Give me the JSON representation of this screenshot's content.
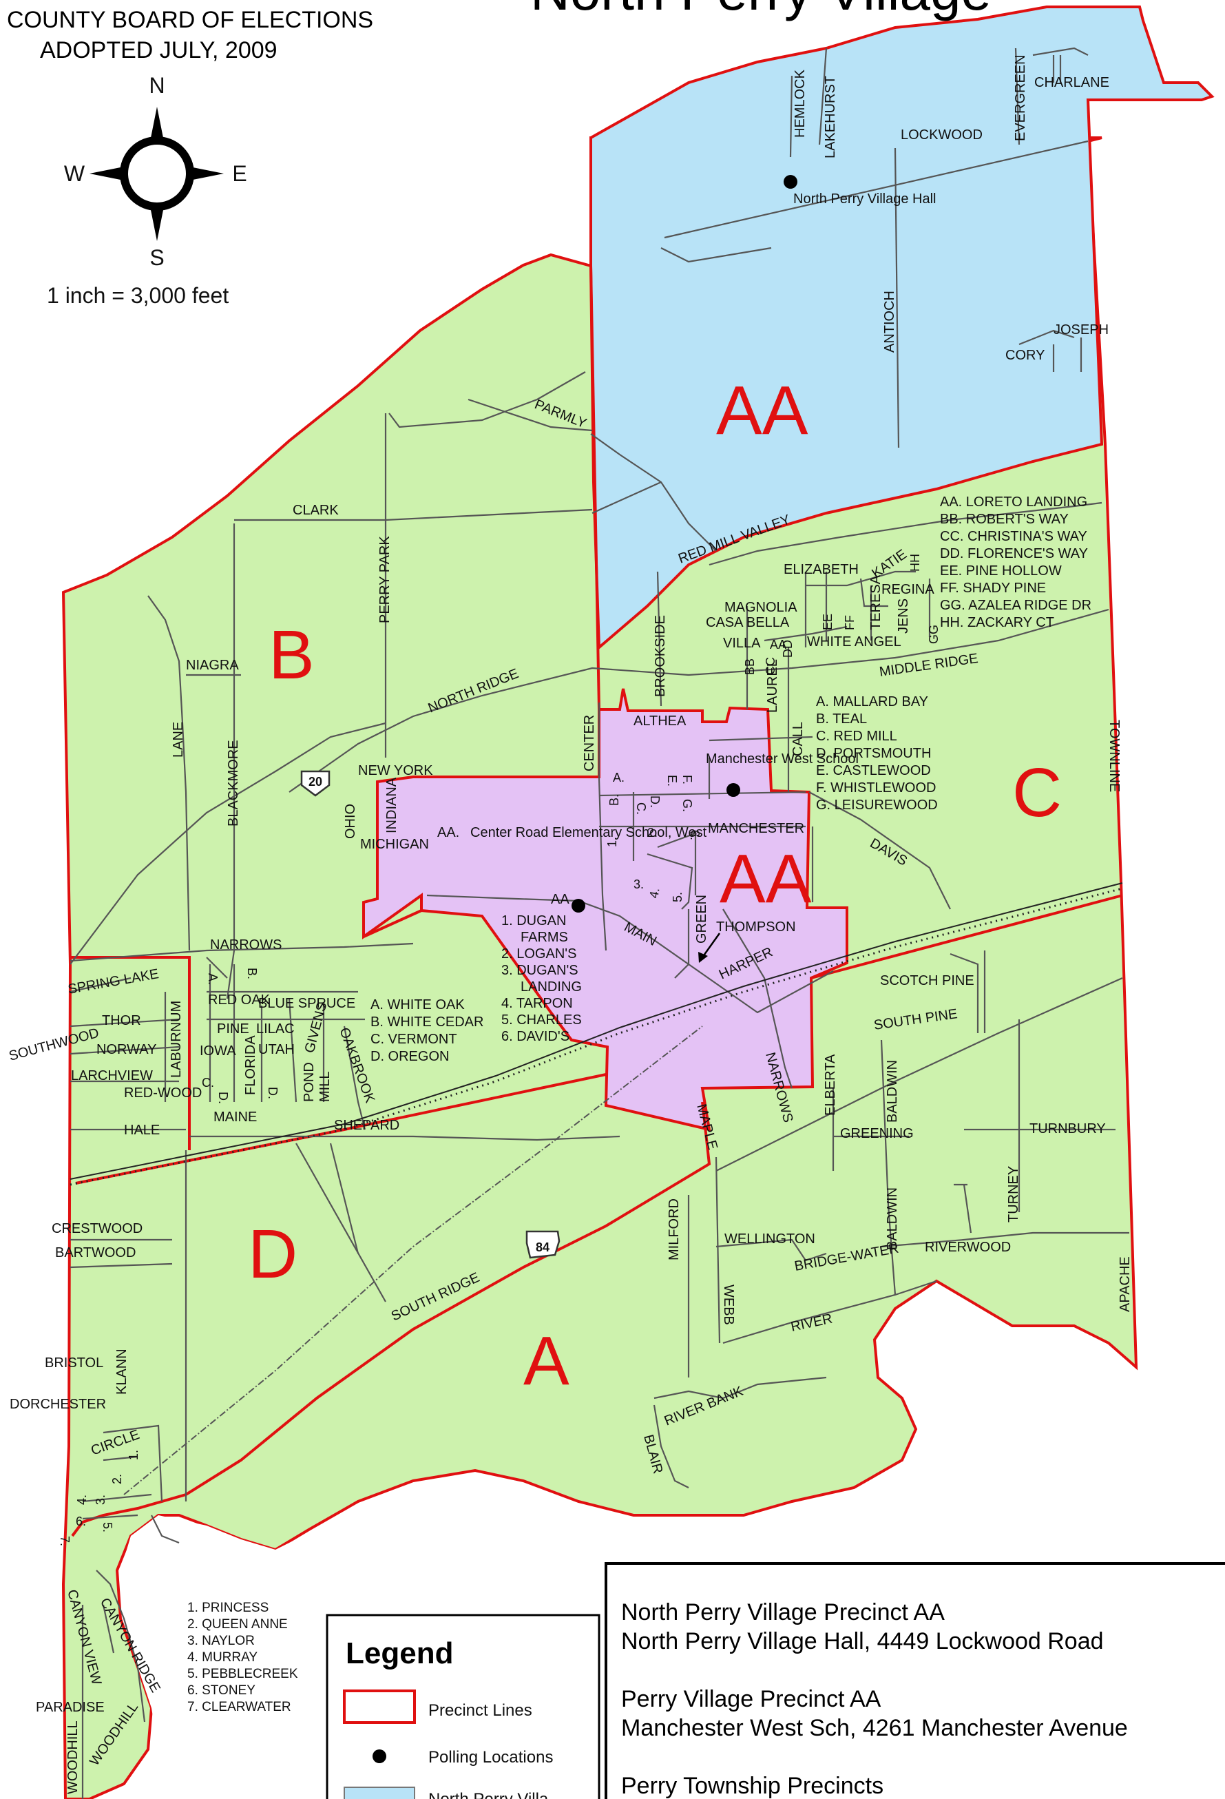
{
  "header": {
    "line1": "COUNTY BOARD OF ELECTIONS",
    "line2": "ADOPTED JULY, 2009",
    "title": "North Perry Village"
  },
  "compass": {
    "n": "N",
    "s": "S",
    "e": "E",
    "w": "W"
  },
  "scale": "1 inch = 3,000 feet",
  "precincts": {
    "aa_north": "AA",
    "aa_south": "AA",
    "a": "A",
    "b": "B",
    "c": "C",
    "d": "D"
  },
  "routes": {
    "us20": "20",
    "sr84": "84"
  },
  "colors": {
    "village": "#b8e3f7",
    "township": "#cdf2ad",
    "perry_village": "#e4c2f5",
    "precinct_line": "#e01010"
  },
  "polling": {
    "north_hall": "North Perry Village Hall",
    "manchester": "Manchester West School",
    "center_road_aa": "AA.",
    "center_road": "Center Road Elementary School, West",
    "aa_mark": "AA"
  },
  "streets": {
    "hemlock": "HEMLOCK",
    "lakehurst": "LAKEHURST",
    "evergreen": "EVERGREEN",
    "charlane": "CHARLANE",
    "lockwood": "LOCKWOOD",
    "antioch": "ANTIOCH",
    "joseph": "JOSEPH",
    "cory": "CORY",
    "parmly": "PARMLY",
    "clark": "CLARK",
    "perry_park": "PERRY PARK",
    "red_mill_valley": "RED MILL VALLEY",
    "elizabeth": "ELIZABETH",
    "katie": "KATIE",
    "magnolia": "MAGNOLIA",
    "casa_bella": "CASA BELLA",
    "villa": "VILLA",
    "white_angel": "WHITE ANGEL",
    "regina": "REGINA",
    "jens": "JENS",
    "teresa": "TERESA",
    "middle_ridge": "MIDDLE RIDGE",
    "brookside": "BROOKSIDE",
    "laurel": "LAUREL",
    "call": "CALL",
    "niagra": "NIAGRA",
    "north_ridge": "NORTH RIDGE",
    "lane": "LANE",
    "blackmore": "BLACKMORE",
    "center": "CENTER",
    "althea": "ALTHEA",
    "new_york": "NEW YORK",
    "ohio": "OHIO",
    "indiana": "INDIANA",
    "michigan": "MICHIGAN",
    "manchester": "MANCHESTER",
    "davis": "DAVIS",
    "townline": "TOWNLINE",
    "main": "MAIN",
    "green": "GREEN",
    "thompson": "THOMPSON",
    "harper": "HARPER",
    "narrows": "NARROWS",
    "spring_lake": "SPRING LAKE",
    "southwood": "SOUTHWOOD",
    "thor": "THOR",
    "norway": "NORWAY",
    "larchview": "LARCHVIEW",
    "laburnum": "LABURNUM",
    "red_wood": "RED-WOOD",
    "hale": "HALE",
    "red_oak": "RED OAK",
    "blue_spruce": "BLUE SPRUCE",
    "pine": "PINE",
    "lilac": "LILAC",
    "iowa": "IOWA",
    "utah": "UTAH",
    "florida": "FLORIDA",
    "givens": "GIVENS",
    "pond": "POND",
    "mill": "MILL",
    "oakbrook": "OAKBROOK",
    "maine": "MAINE",
    "shepard": "SHEPARD",
    "maple": "MAPLE",
    "scotch_pine": "SCOTCH PINE",
    "south_pine": "SOUTH PINE",
    "elberta": "ELBERTA",
    "baldwin": "BALDWIN",
    "greening": "GREENING",
    "turnbury": "TURNBURY",
    "crestwood": "CRESTWOOD",
    "bartwood": "BARTWOOD",
    "milford": "MILFORD",
    "wellington": "WELLINGTON",
    "bridgewater": "BRIDGE-WATER",
    "turney": "TURNEY",
    "riverwood": "RIVERWOOD",
    "webb": "WEBB",
    "apache": "APACHE",
    "south_ridge": "SOUTH RIDGE",
    "river": "RIVER",
    "bristol": "BRISTOL",
    "klann": "KLANN",
    "dorchester": "DORCHESTER",
    "river_bank": "RIVER BANK",
    "blair": "BLAIR",
    "circle": "CIRCLE",
    "canyon_view": "CANYON VIEW",
    "canyon_ridge": "CANYON RIDGE",
    "paradise": "PARADISE",
    "woodhill": "WOODHILL"
  },
  "lists": {
    "northeast": [
      "AA. LORETO LANDING",
      "BB. ROBERT'S WAY",
      "CC. CHRISTINA'S WAY",
      "DD. FLORENCE'S WAY",
      "EE. PINE HOLLOW",
      "FF. SHADY PINE",
      "GG. AZALEA RIDGE DR",
      "HH. ZACKARY CT"
    ],
    "east": [
      "A. MALLARD BAY",
      "B. TEAL",
      "C. RED MILL",
      "D. PORTSMOUTH",
      "E. CASTLEWOOD",
      "F. WHISTLEWOOD",
      "G. LEISUREWOOD"
    ],
    "dugan": [
      "1. DUGAN",
      "FARMS",
      "2. LOGAN'S",
      "3. DUGAN'S",
      "LANDING",
      "4. TARPON",
      "5. CHARLES",
      "6. DAVID'S"
    ],
    "oak": [
      "A. WHITE OAK",
      "B. WHITE CEDAR",
      "C. VERMONT",
      "D. OREGON"
    ],
    "southwest": [
      "1. PRINCESS",
      "2. QUEEN ANNE",
      "3. NAYLOR",
      "4. MURRAY",
      "5. PEBBLECREEK",
      "6. STONEY",
      "7. CLEARWATER"
    ]
  },
  "letters": {
    "bb": "BB",
    "cc": "CC",
    "dd": "DD",
    "aa": "AA",
    "ee": "EE",
    "ff": "FF",
    "gg": "GG",
    "hh": "HH",
    "b": "B.",
    "a": "A.",
    "c": "C.",
    "d": "D.",
    "e": "E.",
    "f": "F.",
    "g": "G.",
    "n1": "1.",
    "n2": "2.",
    "n3": "3.",
    "n4": "4.",
    "n5": "5.",
    "n6": "6.",
    "n7": "7."
  },
  "legend": {
    "title": "Legend",
    "precinct_lines": "Precinct Lines",
    "polling_locations": "Polling Locations",
    "north_perry": "North Perry Villa"
  },
  "info": {
    "l1": "North Perry Village Precinct AA",
    "l2": "North Perry Village Hall,  4449 Lockwood Road",
    "l3": "Perry Village Precinct AA",
    "l4": "Manchester West Sch, 4261 Manchester Avenue",
    "l5": "Perry Township  Precincts"
  }
}
